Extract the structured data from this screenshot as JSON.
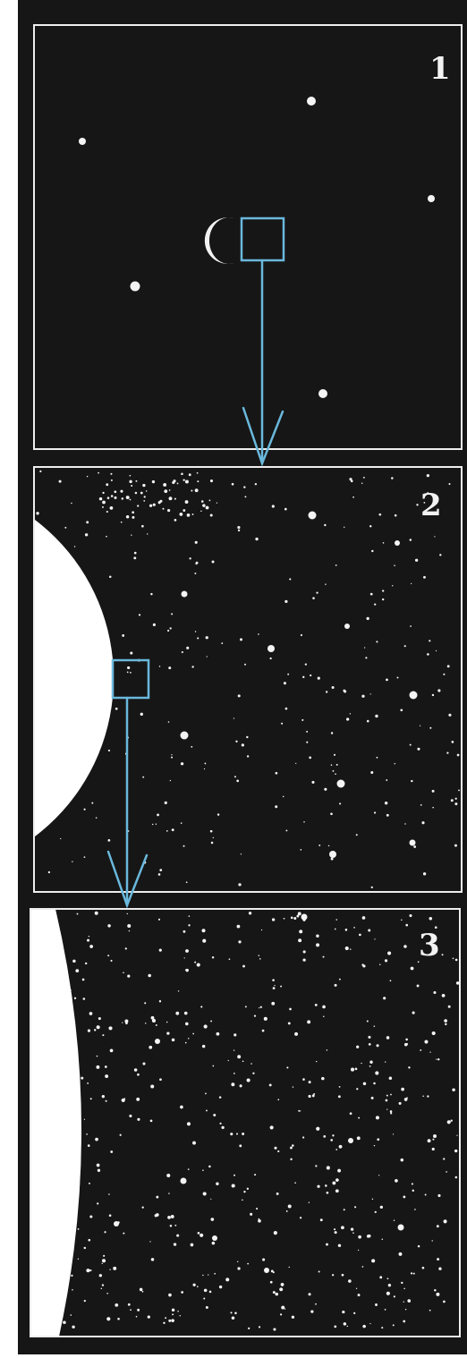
{
  "colors": {
    "background": "#161616",
    "frame": "#eeeeee",
    "star": "#f4f4f4",
    "arrow": "#6ab8dc",
    "body_fill": "#ffffff"
  },
  "panels": [
    {
      "label": "1",
      "icon": "crescent-moon-icon",
      "zoom_box_icon": "square-outline-icon"
    },
    {
      "label": "2",
      "icon": "planet-limb-icon",
      "zoom_box_icon": "square-outline-icon"
    },
    {
      "label": "3",
      "icon": "planet-limb-icon"
    }
  ],
  "arrows": [
    {
      "from_panel": "1",
      "to_panel": "2",
      "icon": "arrow-down-icon"
    },
    {
      "from_panel": "2",
      "to_panel": "3",
      "icon": "arrow-down-icon"
    }
  ]
}
